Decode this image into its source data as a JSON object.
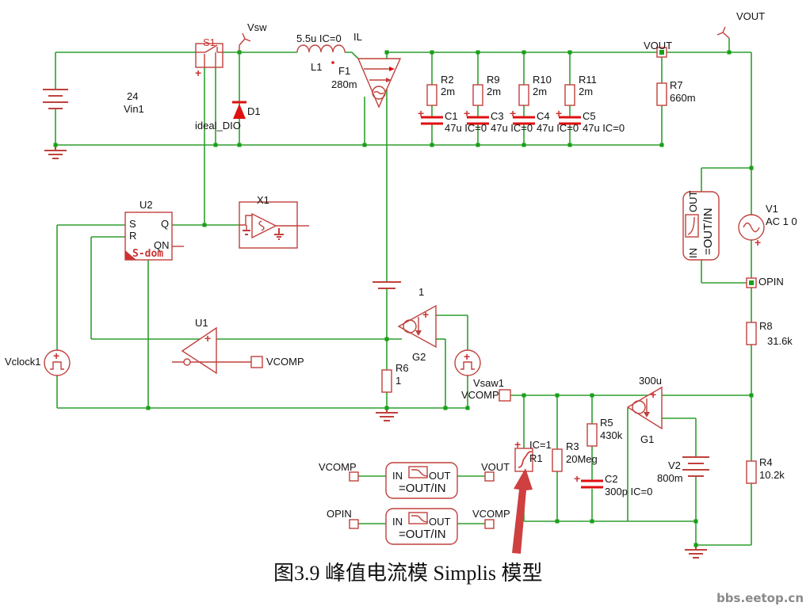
{
  "caption": "图3.9 峰值电流模 Simplis 模型",
  "watermark": "bbs.eetop.cn",
  "colors": {
    "wire": "#2f9e2f",
    "node": "#17a017",
    "comp": "#c0403c",
    "acc": "#e01010",
    "lred": "#cc3333",
    "text": "#111111"
  },
  "probes": {
    "vsw": "Vsw",
    "vout_top": "VOUT",
    "vout_node": "VOUT",
    "opin": "OPIN"
  },
  "sources": {
    "vin1": {
      "value": "24",
      "name": "Vin1"
    },
    "vclock1": {
      "name": "Vclock1",
      "plus": "+"
    },
    "vsaw1": {
      "name": "Vsaw1",
      "plus": "+"
    },
    "v1": {
      "name": "V1",
      "value": "AC 1 0",
      "plus": "+"
    },
    "v2": {
      "name": "V2",
      "value": "800m"
    }
  },
  "parts": {
    "s1": {
      "name": "S1",
      "plus": "+"
    },
    "d1": {
      "name": "D1",
      "model": "ideal_DIO"
    },
    "l1": {
      "name": "L1",
      "value": "5.5u IC=0",
      "current": "IL"
    },
    "f1": {
      "name": "F1",
      "value": "280m"
    },
    "r2": {
      "name": "R2",
      "value": "2m"
    },
    "r9": {
      "name": "R9",
      "value": "2m"
    },
    "r10": {
      "name": "R10",
      "value": "2m"
    },
    "r11": {
      "name": "R11",
      "value": "2m"
    },
    "c1": {
      "name": "C1",
      "value": "47u IC=0",
      "plus": "+"
    },
    "c3": {
      "name": "C3",
      "value": "47u IC=0",
      "plus": "+"
    },
    "c4": {
      "name": "C4",
      "value": "47u IC=0",
      "plus": "+"
    },
    "c5": {
      "name": "C5",
      "value": "47u IC=0",
      "plus": "+"
    },
    "r7": {
      "name": "R7",
      "value": "660m"
    },
    "r8": {
      "name": "R8",
      "value": "31.6k"
    },
    "r6": {
      "name": "R6",
      "value": "1"
    },
    "r5": {
      "name": "R5",
      "value": "430k"
    },
    "r3": {
      "name": "R3",
      "value": "20Meg"
    },
    "r4": {
      "name": "R4",
      "value": "10.2k"
    },
    "r1": {
      "name": "R1",
      "ic": "IC=1",
      "plus": "+"
    },
    "c2": {
      "name": "C2",
      "value": "300p IC=0",
      "plus": "+"
    },
    "g1": {
      "name": "G1",
      "value": "300u",
      "plus": "+"
    },
    "g2": {
      "name": "G2",
      "value": "1",
      "plus": "+"
    },
    "u1": {
      "name": "U1",
      "plus": "+"
    },
    "u2": {
      "name": "U2",
      "pin_s": "S",
      "pin_r": "R",
      "pin_q": "Q",
      "pin_qn": "QN",
      "model": "S-dom"
    },
    "x1": {
      "name": "X1"
    }
  },
  "terminals": {
    "vcomp_u1": "VCOMP",
    "vcomp_mid": "VCOMP"
  },
  "transfer_blocks": {
    "right": {
      "in": "IN",
      "out": "OUT",
      "formula": "=OUT/IN"
    },
    "a": {
      "left": "VCOMP",
      "in": "IN",
      "out": "OUT",
      "formula": "=OUT/IN",
      "right": "VOUT"
    },
    "b": {
      "left": "OPIN",
      "in": "IN",
      "out": "OUT",
      "formula": "=OUT/IN",
      "right": "VCOMP"
    }
  }
}
